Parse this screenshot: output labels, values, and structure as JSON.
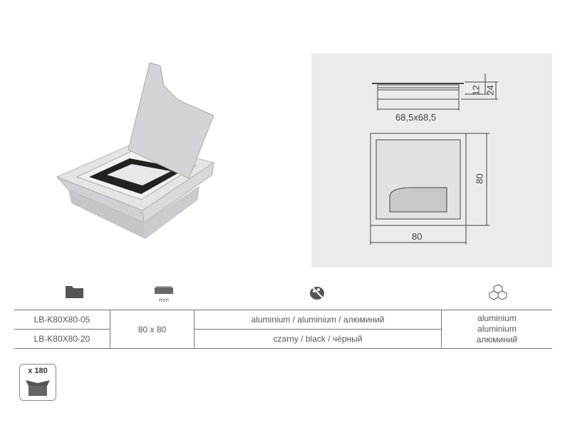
{
  "drawing": {
    "dim_side": "68,5x68,5",
    "dim_h1": "12",
    "dim_h2": "24",
    "dim_width": "80",
    "dim_height": "80"
  },
  "table": {
    "header_icons": [
      "folder-icon",
      "ruler-mm-icon",
      "palette-icon",
      "cubes-icon"
    ],
    "mm_label": "mm",
    "rows": [
      {
        "code": "LB-K80X80-05",
        "color": "aluminium / aluminium / алюминий"
      },
      {
        "code": "LB-K80X80-20",
        "color": "czarny / black / чёрный"
      }
    ],
    "size": "80 x 80",
    "material": [
      "aluminium",
      "aluminium",
      "алюминий"
    ]
  },
  "package": {
    "quantity": "x 180"
  }
}
